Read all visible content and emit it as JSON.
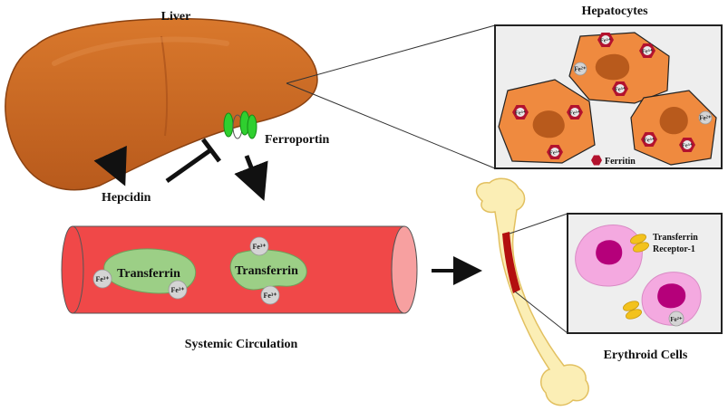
{
  "labels": {
    "liver": "Liver",
    "hepatocytes": "Hepatocytes",
    "ferroportin": "Ferroportin",
    "hepcidin": "Hepcidin",
    "ferritin": "Ferritin",
    "transferrin_1": "Transferrin",
    "transferrin_2": "Transferrin",
    "systemic_circulation": "Systemic Circulation",
    "erythroid_cells": "Erythroid Cells",
    "transferrin_receptor_line1": "Transferrin",
    "transferrin_receptor_line2": "Receptor-1"
  },
  "iron": {
    "fe3": "Fe³⁺",
    "fe2": "Fe²⁺"
  },
  "colors": {
    "liver": "#c8651e",
    "hepatocyte": "#ef8a3f",
    "nucleus": "#b85a1c",
    "ferritin": "#b3122e",
    "vessel": "#f04848",
    "vessel_end": "#f7a0a0",
    "transferrin": "#9ccf86",
    "bone": "#fbeeb5",
    "marrow": "#b30f0f",
    "erythroid": "#f4a9e0",
    "erythroid_nucleus": "#b5007a",
    "receptor": "#f3c21d",
    "ferroportin": "#2fcf2f",
    "iron_ball": "#d4d4d4"
  }
}
